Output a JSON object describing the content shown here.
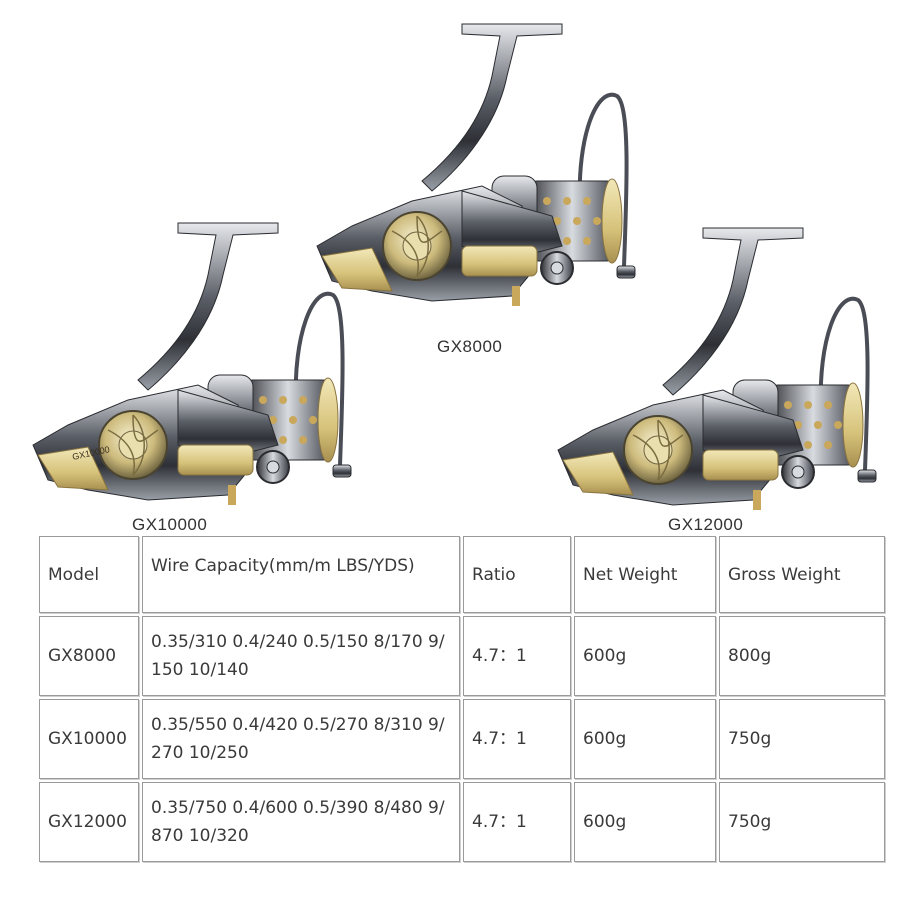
{
  "reels": [
    {
      "label": "GX8000",
      "body_text": ""
    },
    {
      "label": "GX10000",
      "body_text": "GX10000"
    },
    {
      "label": "GX12000",
      "body_text": ""
    }
  ],
  "colors": {
    "chrome_dark": "#3a3d44",
    "chrome_mid": "#8a8f99",
    "chrome_light": "#e6e8ec",
    "gold": "#d6c27a",
    "gold_light": "#f2e8b8"
  },
  "table": {
    "headers": [
      "Model",
      "Wire Capacity(mm/m LBS/YDS)",
      "Ratio",
      "Net Weight",
      "Gross Weight"
    ],
    "rows": [
      [
        "GX8000",
        "0.35/310 0.4/240 0.5/150 8/170 9/150 10/140",
        "4.7：1",
        "600g",
        "800g"
      ],
      [
        "GX10000",
        "0.35/550 0.4/420 0.5/270 8/310 9/270 10/250",
        "4.7：1",
        "600g",
        "750g"
      ],
      [
        "GX12000",
        "0.35/750 0.4/600 0.5/390 8/480 9/870 10/320",
        "4.7：1",
        "600g",
        "750g"
      ]
    ]
  }
}
